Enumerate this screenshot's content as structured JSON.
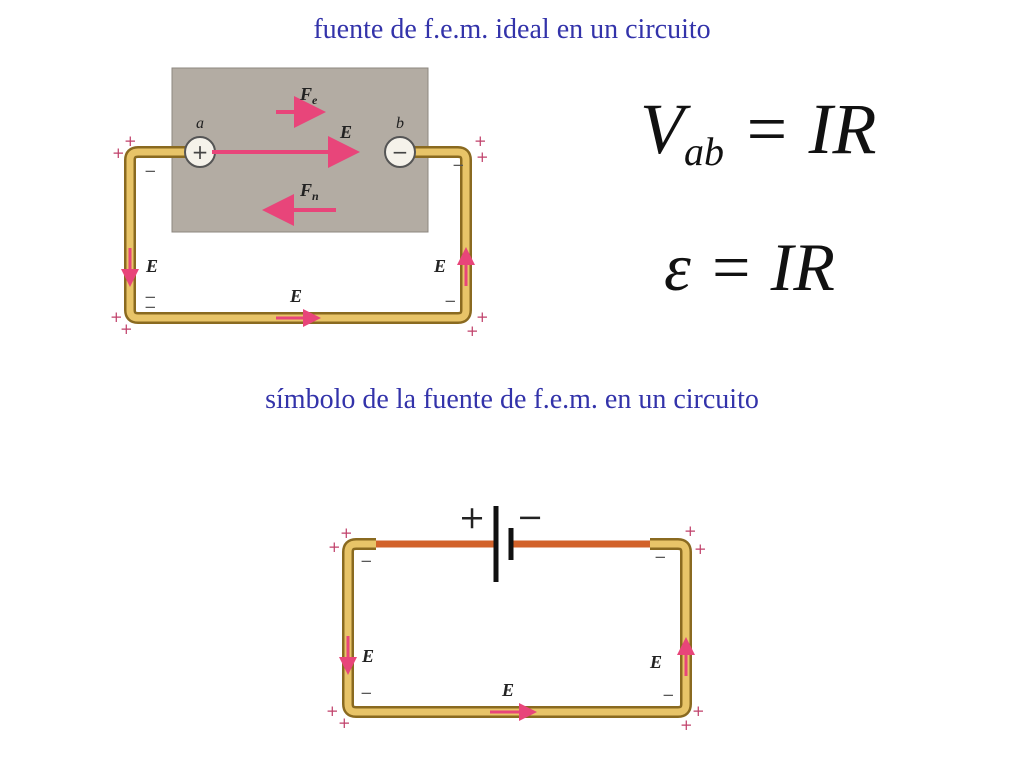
{
  "titles": {
    "top": "fuente de f.e.m. ideal en un circuito",
    "middle": "símbolo de la fuente de f.e.m. en un circuito"
  },
  "equations": {
    "eq1": {
      "V": "V",
      "sub": "ab",
      "rhs": " = IR"
    },
    "eq2": {
      "lhs": "ε",
      "rhs": " = IR"
    }
  },
  "labels": {
    "a": "a",
    "b": "b",
    "plus": "+",
    "minus": "−",
    "E": "E",
    "Fe": "F",
    "Fe_sub": "e",
    "Fn": "F",
    "Fn_sub": "n"
  },
  "colors": {
    "title": "#3333aa",
    "wire_fill": "#e8c468",
    "wire_stroke": "#8a6a20",
    "arrow": "#e8457a",
    "box": "#b3aca3",
    "battery_wire": "#d2622a"
  }
}
